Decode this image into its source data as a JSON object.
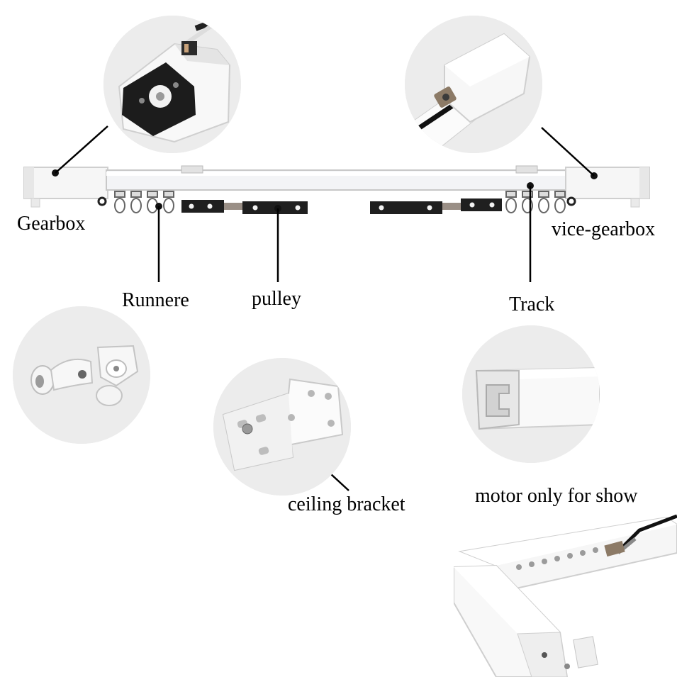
{
  "labels": {
    "gearbox": "Gearbox",
    "runner": "Runnere",
    "pulley": "pulley",
    "track": "Track",
    "vice_gearbox": "vice-gearbox",
    "ceiling_bracket": "ceiling bracket",
    "motor_note": "motor only for show"
  },
  "colors": {
    "background": "#ffffff",
    "circle_bg": "#ebebeb",
    "part_white": "#f7f7f7",
    "part_shadow": "#c9c9c9",
    "dark_part": "#1e1e1e",
    "metal": "#9a8f86",
    "leader_line": "#000000"
  },
  "icons": [
    "gearbox-closeup-icon",
    "vice-gearbox-closeup-icon",
    "runner-closeup-icon",
    "ceiling-bracket-closeup-icon",
    "track-profile-closeup-icon",
    "motor-icon"
  ]
}
